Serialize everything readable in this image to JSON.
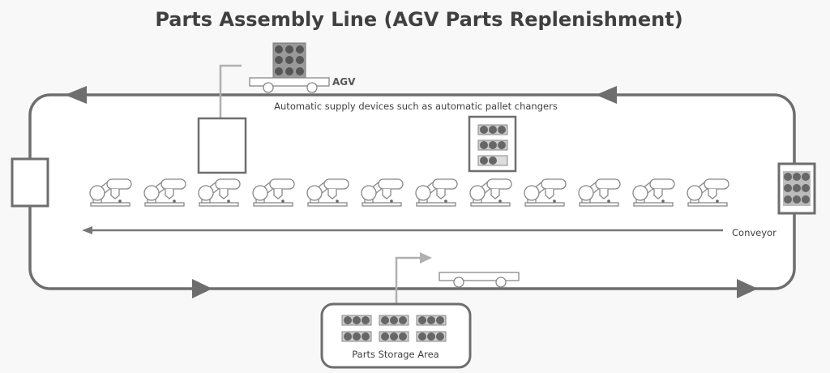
{
  "title": "Parts Assembly Line (AGV Parts Replenishment)",
  "labels": {
    "agv": "AGV",
    "supply_devices": "Automatic supply devices such as automatic pallet changers",
    "conveyor": "Conveyor",
    "storage": "Parts Storage Area"
  },
  "colors": {
    "line": "#6e6e6e",
    "light_arrow": "#b0b0b0",
    "part": "#666666",
    "background": "#f8f8f8",
    "interior": "#ffffff"
  },
  "loop": {
    "direction": "counter-clockwise",
    "arrows": [
      "top-left",
      "top-right",
      "bottom-left",
      "bottom-right"
    ]
  },
  "robot_arms": {
    "count": 12
  },
  "agv_top": {
    "pallet_rows": 3,
    "parts_per_row": 3
  },
  "supply_device": {
    "trays": [
      3,
      3,
      2
    ]
  },
  "right_station": {
    "pallet_rows": 3,
    "parts_per_row": 3
  },
  "storage_area": {
    "rows": 2,
    "pallets_per_row": 3,
    "parts_per_pallet": 3
  }
}
